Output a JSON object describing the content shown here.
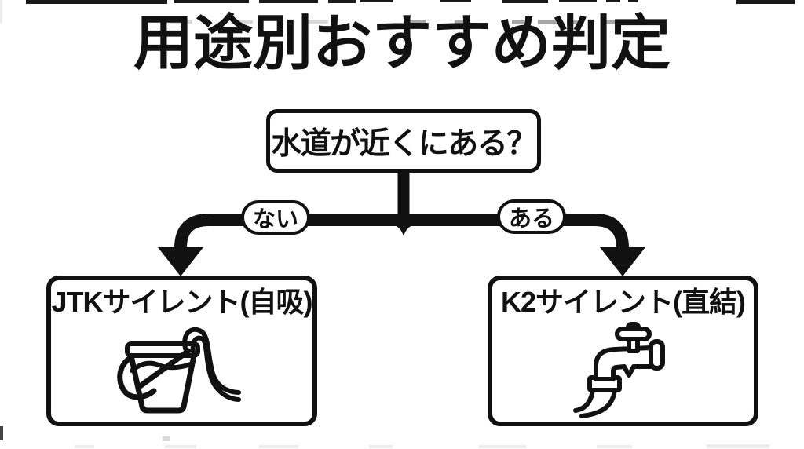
{
  "colors": {
    "ink": "#111111",
    "background": "#ffffff"
  },
  "title": "用途別おすすめ判定",
  "flowchart": {
    "question": "水道が近くにある？",
    "branches": [
      {
        "label": "ない",
        "result": "JTKサイレント(自吸)",
        "icon": "bucket-with-hose-icon"
      },
      {
        "label": "ある",
        "result": "K2サイレント(直結)",
        "icon": "faucet-with-hose-icon"
      }
    ]
  }
}
